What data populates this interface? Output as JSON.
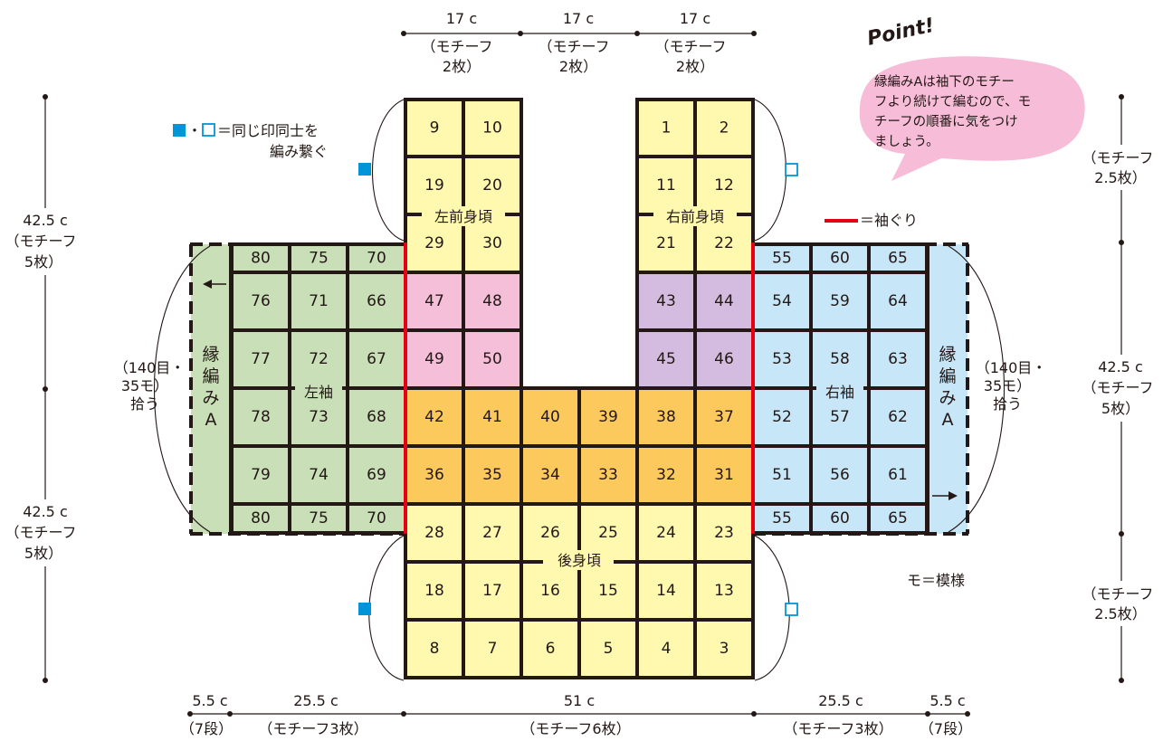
{
  "colors": {
    "yellow": "#fff9b0",
    "orange": "#fbc95c",
    "pink": "#f6bfd9",
    "purple": "#d4bce0",
    "green": "#c8dfb7",
    "blue": "#c7e6f8",
    "armhole": "#e50012",
    "mark_blue": "#0095d9",
    "bubble": "#f7bcd8"
  },
  "top_dims": {
    "value": "17 c",
    "sub1": "（モチーフ",
    "sub2": "2枚）"
  },
  "bottom_dims": [
    {
      "value": "5.5 c",
      "sub": "（7段）"
    },
    {
      "value": "25.5 c",
      "sub": "（モチーフ3枚）"
    },
    {
      "value": "51 c",
      "sub": "（モチーフ6枚）"
    },
    {
      "value": "25.5 c",
      "sub": "（モチーフ3枚）"
    },
    {
      "value": "5.5 c",
      "sub": "（7段）"
    }
  ],
  "left_dims": {
    "upper": [
      "42.5 c",
      "（モチーフ",
      "5枚）"
    ],
    "lower": [
      "42.5 c",
      "（モチーフ",
      "5枚）"
    ]
  },
  "right_dims": {
    "upper": [
      "（モチーフ",
      "2.5枚）"
    ],
    "middle": [
      "42.5 c",
      "（モチーフ",
      "5枚）"
    ],
    "lower": [
      "（モチーフ",
      "2.5枚）"
    ]
  },
  "legend": {
    "marks_line1": "＝同じ印同士を",
    "marks_line2": "編み繋ぐ",
    "armhole": "＝袖ぐり",
    "motif": "モ＝模様"
  },
  "point": {
    "title": "Point!",
    "lines": [
      "縁編みAは袖下のモチー",
      "フより続けて編むので、モ",
      "チーフの順番に気をつけ",
      "ましょう。"
    ]
  },
  "labels": {
    "left_front": "左前身頃",
    "right_front": "右前身頃",
    "back": "後身頃",
    "left_sleeve": "左袖",
    "right_sleeve": "右袖",
    "edging_left": [
      "縁",
      "編",
      "み",
      "A"
    ],
    "edging_right": [
      "縁",
      "編",
      "み",
      "A"
    ],
    "pickup_left": [
      "（140目・",
      "35モ）",
      "拾う"
    ],
    "pickup_right": [
      "（140目・",
      "35モ）",
      "拾う"
    ]
  },
  "motifs": {
    "left_front_rows": [
      [
        "9",
        "10"
      ],
      [
        "19",
        "20"
      ],
      [
        "29",
        "30"
      ],
      [
        "47",
        "48"
      ],
      [
        "49",
        "50"
      ]
    ],
    "right_front_rows": [
      [
        "1",
        "2"
      ],
      [
        "11",
        "12"
      ],
      [
        "21",
        "22"
      ],
      [
        "43",
        "44"
      ],
      [
        "45",
        "46"
      ]
    ],
    "back_rows": [
      [
        "42",
        "41",
        "40",
        "39",
        "38",
        "37"
      ],
      [
        "36",
        "35",
        "34",
        "33",
        "32",
        "31"
      ],
      [
        "28",
        "27",
        "26",
        "25",
        "24",
        "23"
      ],
      [
        "18",
        "17",
        "16",
        "15",
        "14",
        "13"
      ],
      [
        "8",
        "7",
        "6",
        "5",
        "4",
        "3"
      ]
    ],
    "left_sleeve_rows": [
      [
        "80",
        "75",
        "70"
      ],
      [
        "76",
        "71",
        "66"
      ],
      [
        "77",
        "72",
        "67"
      ],
      [
        "78",
        "73",
        "68"
      ],
      [
        "79",
        "74",
        "69"
      ],
      [
        "80",
        "75",
        "70"
      ]
    ],
    "right_sleeve_rows": [
      [
        "55",
        "60",
        "65"
      ],
      [
        "54",
        "59",
        "64"
      ],
      [
        "53",
        "58",
        "63"
      ],
      [
        "52",
        "57",
        "62"
      ],
      [
        "51",
        "56",
        "61"
      ],
      [
        "55",
        "60",
        "65"
      ]
    ]
  }
}
